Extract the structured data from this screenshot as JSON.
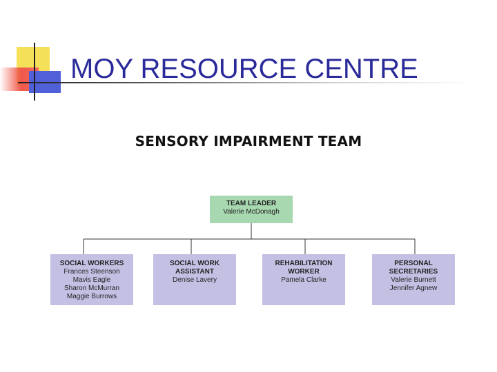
{
  "slide": {
    "title": "MOY RESOURCE CENTRE",
    "subtitle": "SENSORY IMPAIRMENT TEAM"
  },
  "org_chart": {
    "leader": {
      "heading": "TEAM  LEADER",
      "names": [
        "Valerie McDonagh"
      ]
    },
    "units": [
      {
        "heading_lines": [
          "SOCIAL WORKERS"
        ],
        "names": [
          "Frances Steenson",
          "Mavis Eagle",
          "Sharon McMurran",
          "Maggie Burrows"
        ]
      },
      {
        "heading_lines": [
          "SOCIAL WORK",
          "ASSISTANT"
        ],
        "names": [
          "Denise Lavery"
        ]
      },
      {
        "heading_lines": [
          "REHABILITATION",
          "WORKER"
        ],
        "names": [
          "Pamela Clarke"
        ]
      },
      {
        "heading_lines": [
          "PERSONAL",
          "SECRETARIES"
        ],
        "names": [
          "Valerie Burnett",
          "Jennifer Agnew"
        ]
      }
    ]
  },
  "colors": {
    "title": "#2a2a9a",
    "leader_box": "#a8d8b0",
    "unit_box": "#c4c0e4",
    "connector": "#333333"
  }
}
